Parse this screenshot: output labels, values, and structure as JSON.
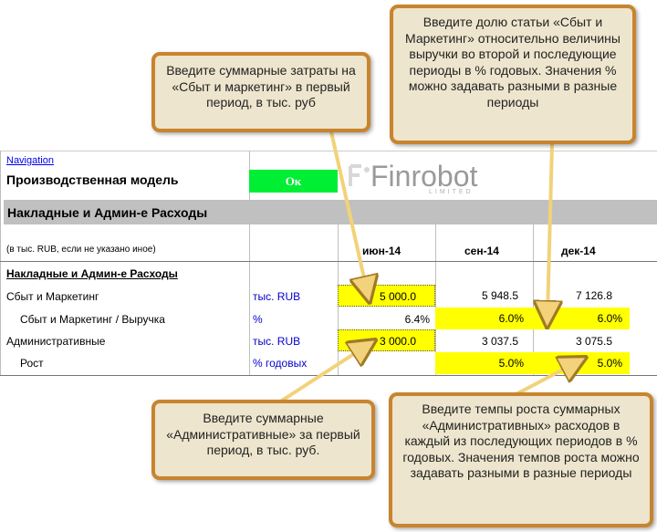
{
  "sheet": {
    "nav_link": "Navigation",
    "model_title": "Производственная модель",
    "ok_button": "Ок",
    "section_title": "Накладные и Админ-е Расходы",
    "units_note": "(в тыс. RUB, если не указано иное)",
    "periods": [
      "июн-14",
      "сен-14",
      "дек-14"
    ],
    "subheading": "Накладные и Админ-е Расходы",
    "rows": [
      {
        "label": "Сбыт и Маркетинг",
        "unit": "тыс. RUB",
        "values": [
          "5 000.0",
          "5 948.5",
          "7 126.8"
        ]
      },
      {
        "label": "Сбыт и Маркетинг / Выручка",
        "unit": "%",
        "values": [
          "6.4%",
          "6.0%",
          "6.0%"
        ]
      },
      {
        "label": "Административные",
        "unit": "тыс. RUB",
        "values": [
          "3 000.0",
          "3 037.5",
          "3 075.5"
        ]
      },
      {
        "label": "Рост",
        "unit": "% годовых",
        "values": [
          "",
          "5.0%",
          "5.0%"
        ]
      }
    ]
  },
  "logo": {
    "name": "Finrobot",
    "subtitle": "LIMITED"
  },
  "callouts": {
    "c1": "Введите суммарные затраты на «Сбыт и маркетинг» в первый период, в тыс. руб",
    "c2": "Введите долю статьи «Сбыт и Маркетинг» относительно величины выручки во второй и последующие периоды в % годовых. Значения % можно задавать разными в разные периоды",
    "c3": "Введите суммарные «Административные» за первый период, в тыс. руб.",
    "c4": "Введите темпы роста суммарных «Административных» расходов в каждый из последующих периодов в % годовых. Значения темпов роста можно задавать разными в разные периоды"
  },
  "colors": {
    "input_cell": "#ffff00",
    "ok_button": "#00ee33",
    "callout_border": "#c8842e",
    "callout_fill": "#ede5cd",
    "arrow": "#f2d27a"
  }
}
